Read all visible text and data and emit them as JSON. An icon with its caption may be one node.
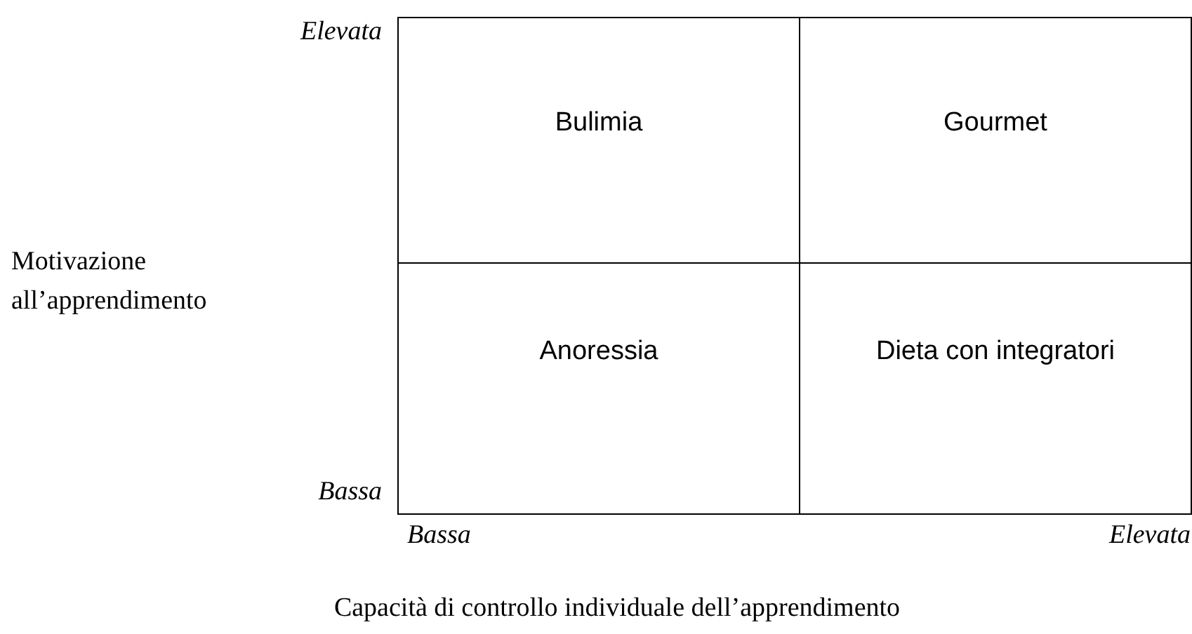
{
  "diagram": {
    "nodes": [
      {
        "text": [
          "Bulimia"
        ]
      },
      {
        "text": [
          "Gourmet"
        ]
      },
      {
        "text": [
          "Anoressia"
        ]
      },
      {
        "text": [
          "Dieta con integratori"
        ]
      }
    ],
    "labels": [
      "Elevata",
      "Motivazione all’apprendimento",
      "Bassa",
      "Bassa",
      "Elevata",
      "Capacità di controllo individuale dell’apprendimento"
    ]
  }
}
